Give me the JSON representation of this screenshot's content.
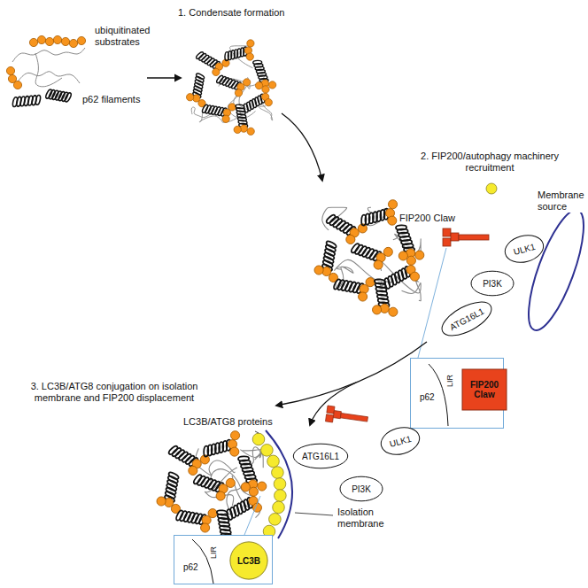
{
  "diagram": {
    "nodes": [
      {
        "text": [
          "ULK1"
        ]
      },
      {
        "text": [
          "PI3K"
        ]
      },
      {
        "text": [
          "ATG16L1"
        ]
      },
      {
        "text": [
          "p62",
          "LIR"
        ]
      },
      {
        "text": [
          "FIP200 Claw"
        ],
        "in": 3
      },
      {
        "text": [
          "ATG16L1"
        ]
      },
      {
        "text": [
          "ULK1"
        ]
      },
      {
        "text": [
          "PI3K"
        ]
      },
      {
        "text": [
          "p62",
          "LIR"
        ]
      },
      {
        "text": [
          "LC3B"
        ],
        "in": 8
      }
    ],
    "labels": [
      "1. Condensate formation",
      "ubiquitinated substrates",
      "p62 filaments",
      "2. FIP200/autophagy machinery recruitment",
      "Membrane source",
      "FIP200 Claw",
      "3. LC3B/ATG8 conjugation on isolation membrane and FIP200 displacement",
      "LC3B/ATG8 proteins",
      "Isolation membrane"
    ]
  }
}
